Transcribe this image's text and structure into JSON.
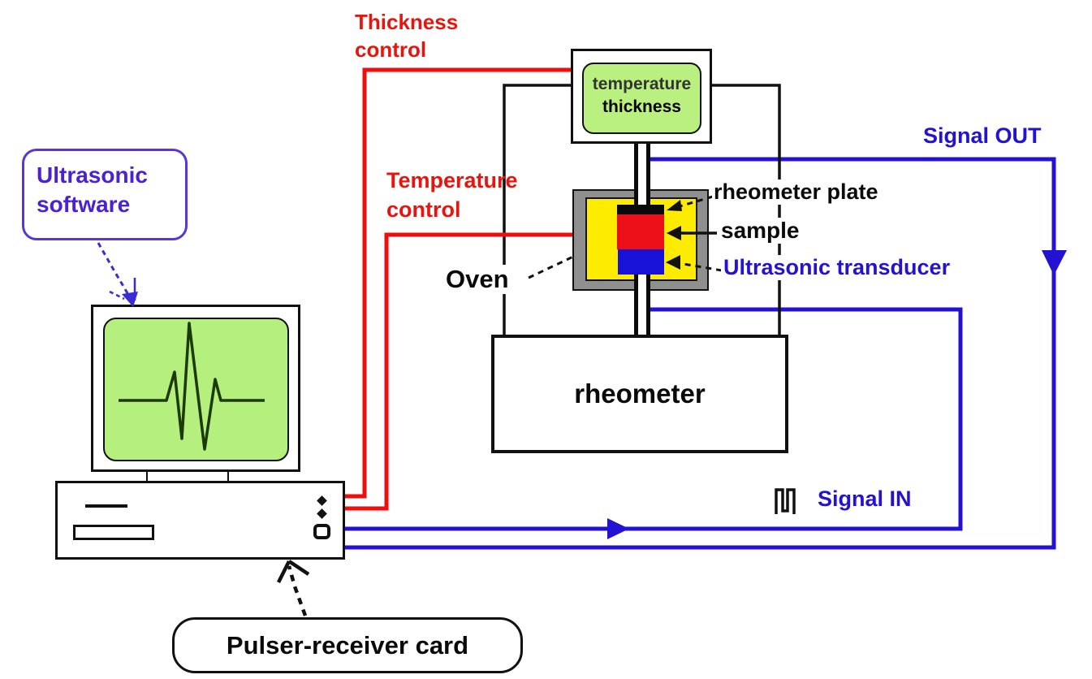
{
  "title": "Ultrasonic rheometer experimental setup diagram",
  "labels": {
    "thickness_control": {
      "line1": "Thickness",
      "line2": "control"
    },
    "temperature_control": {
      "line1": "Temperature",
      "line2": "control"
    },
    "ultrasonic_software": {
      "line1": "Ultrasonic",
      "line2": "software"
    },
    "display": {
      "line1": "temperature",
      "line2": "thickness"
    },
    "oven": "Oven",
    "rheometer_plate": "rheometer plate",
    "sample": "sample",
    "ultrasonic_transducer": "Ultrasonic transducer",
    "signal_out": "Signal OUT",
    "signal_in": "Signal IN",
    "rheometer": "rheometer",
    "pulser_receiver_card": "Pulser-receiver card"
  },
  "colors": {
    "control_line_red": "#f20d0d",
    "control_text_red": "#e8150f",
    "signal_blue": "#2312d1",
    "software_purple": "#4a22d4",
    "screen_green": "#b5ef7d",
    "display_green": "#b9f07f",
    "oven_yellow": "#fdec00",
    "oven_gray": "#8f8f8f",
    "sample_red": "#ee1018",
    "transducer_blue": "#1812d8",
    "plate_black": "#0a0a0a"
  },
  "icons": {
    "waveform_icon": "ultrasonic echo waveform on monitor",
    "pulse_icon": "double square pulse symbol",
    "power_button_icon": "power button on PC case",
    "indicator_leds_icon": "two diamond indicator LEDs"
  }
}
